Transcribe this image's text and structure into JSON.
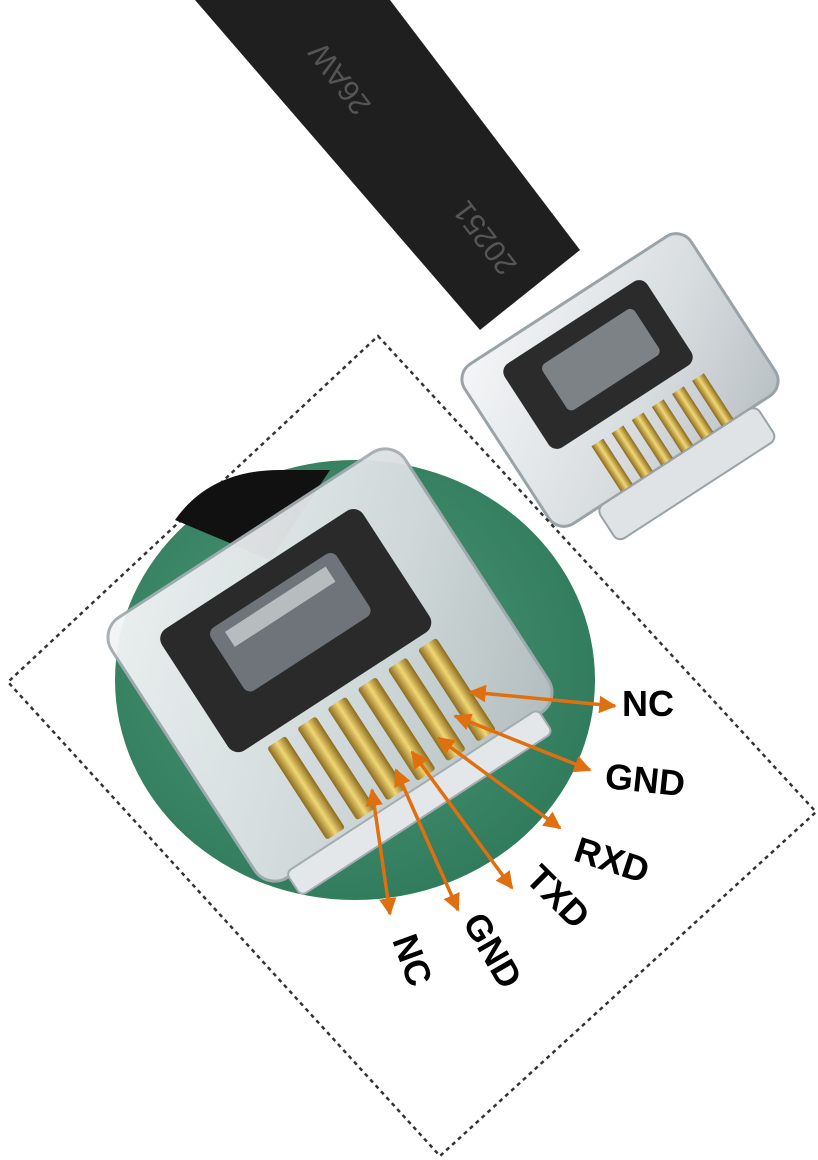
{
  "cable": {
    "print_part": "20251",
    "print_gauge": "26AW"
  },
  "pins": [
    {
      "label": "NC"
    },
    {
      "label": "GND"
    },
    {
      "label": "RXD"
    },
    {
      "label": "TXD"
    },
    {
      "label": "GND"
    },
    {
      "label": "NC"
    }
  ],
  "colors": {
    "cable": "#1f1f1f",
    "background_circle": "#3d8a6a",
    "arrow": "#e0700f",
    "contact_gold": "#d7b54a",
    "frame_border": "#333333"
  },
  "icons": {
    "arrow": "arrow-icon",
    "connector": "rj12-connector-icon"
  }
}
